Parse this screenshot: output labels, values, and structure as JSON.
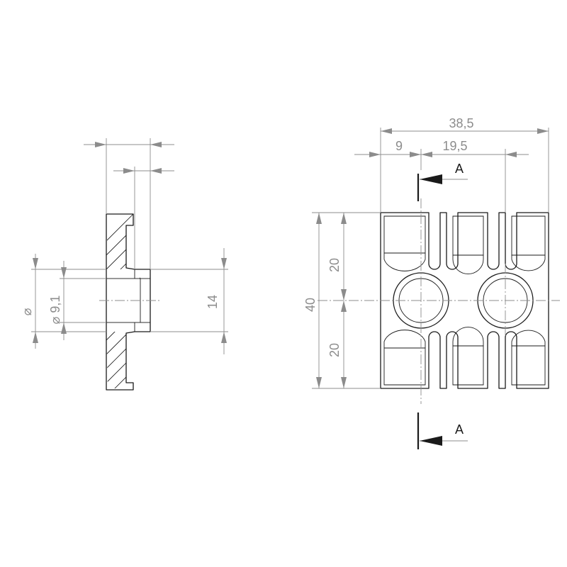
{
  "dimensions": {
    "overall_width": "38,5",
    "left_offset": "9",
    "hole_spacing": "19,5",
    "total_height": "40",
    "upper_half": "20",
    "lower_half": "20",
    "flange_diameter": "⌀",
    "bore_diameter": "⌀ 9,1",
    "boss_height": "14"
  },
  "section": {
    "top_label": "A",
    "bottom_label": "A"
  }
}
